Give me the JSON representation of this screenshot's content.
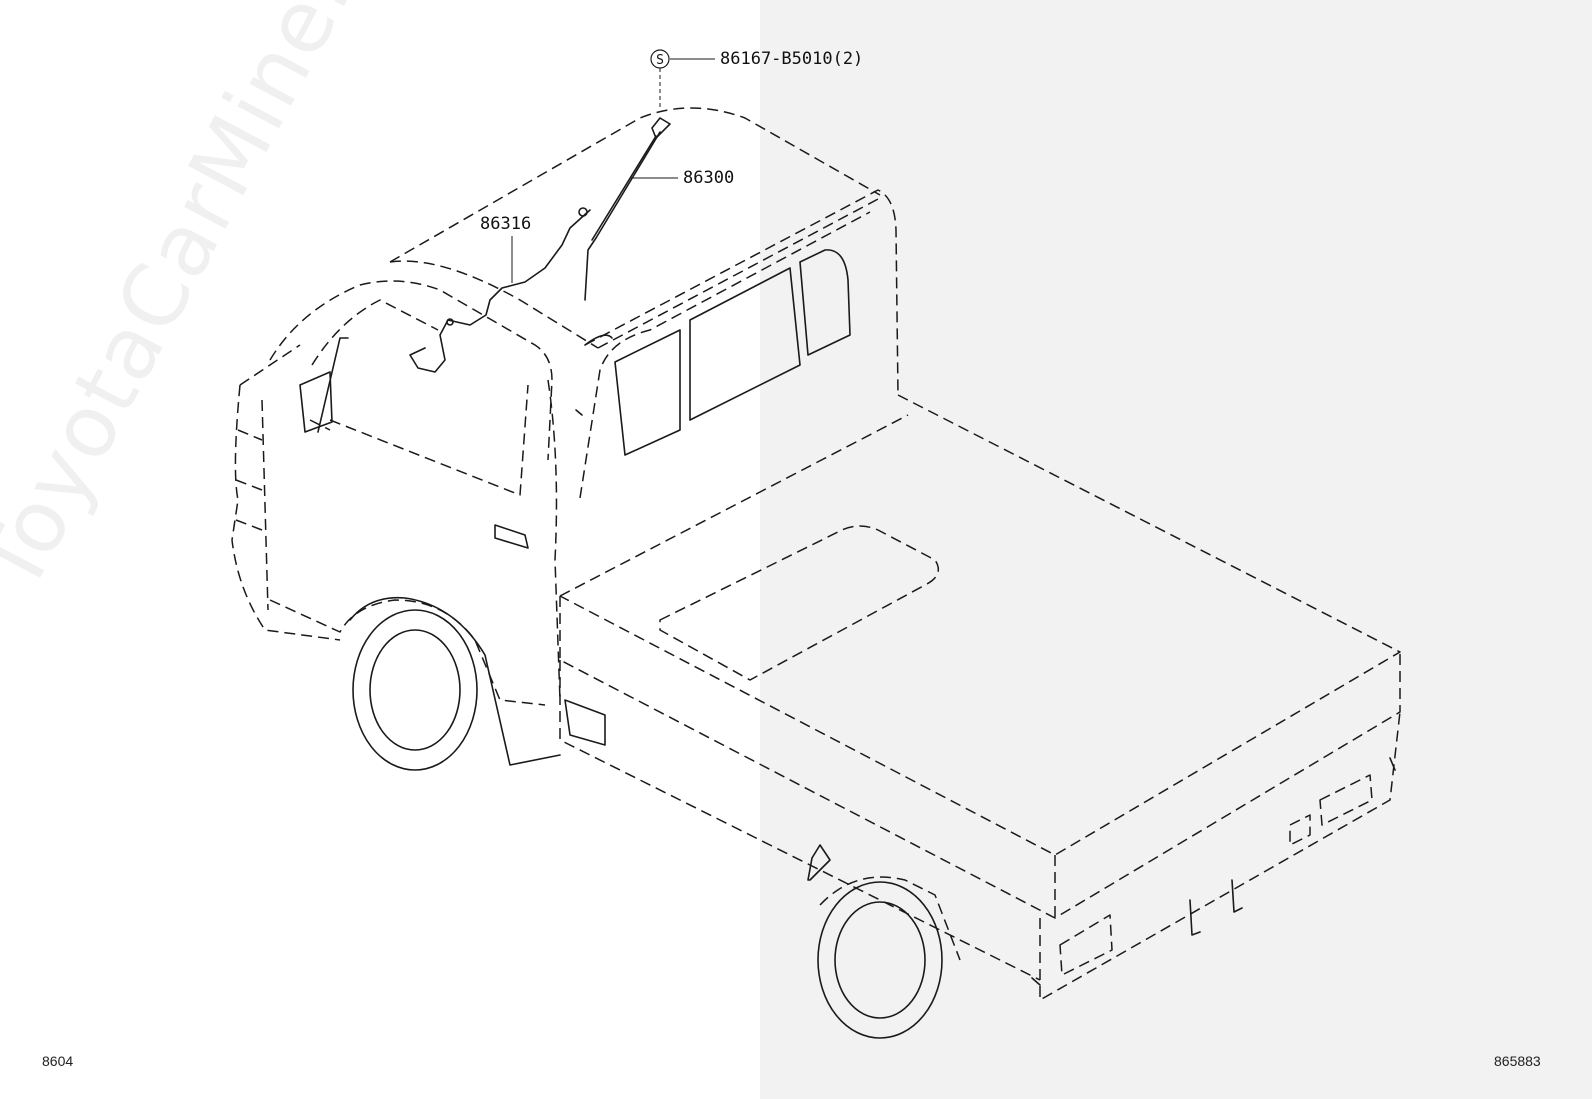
{
  "diagram": {
    "watermark": "ToyotaCarMine.ru",
    "code_left": "8604",
    "code_right": "865883",
    "callouts": [
      {
        "id": "screw",
        "symbol": "S",
        "part": "86167-B5010(2)"
      },
      {
        "id": "antenna",
        "part": "86300"
      },
      {
        "id": "cord",
        "part": "86316"
      }
    ],
    "colors": {
      "line": "#1a1a1a",
      "right_panel": "#f2f2f2",
      "background": "#ffffff"
    }
  }
}
